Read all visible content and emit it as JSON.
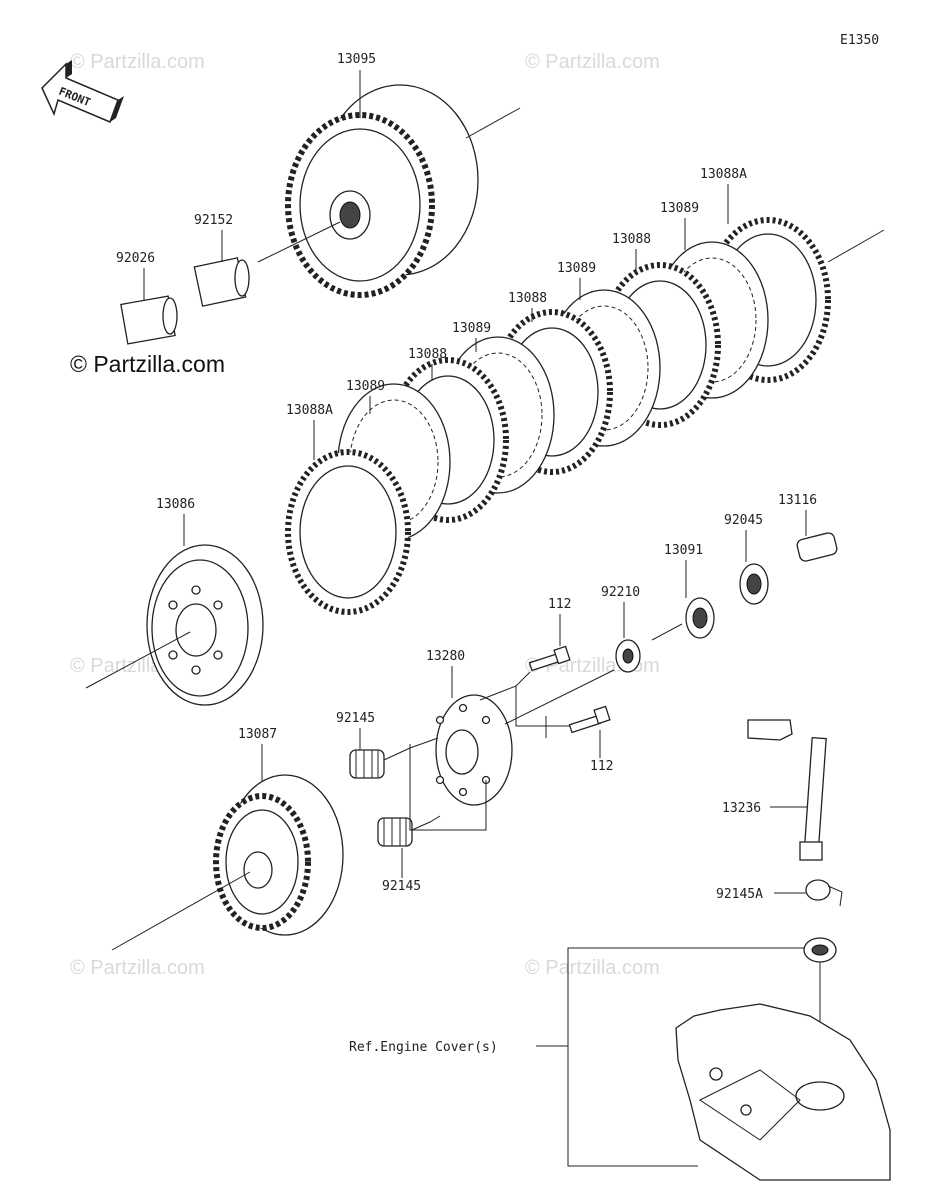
{
  "diagram_code": "E1350",
  "front_arrow_label": "FRONT",
  "watermark_main": "© Partzilla.com",
  "watermark_faint": "© Partzilla.com",
  "ref_note": "Ref.Engine Cover(s)",
  "parts": {
    "p13095": "13095",
    "p92152": "92152",
    "p92026": "92026",
    "p13088A_top": "13088A",
    "p13089_a": "13089",
    "p13088_a": "13088",
    "p13089_b": "13089",
    "p13088_b": "13088",
    "p13089_c": "13089",
    "p13088_c": "13088",
    "p13089_d": "13089",
    "p13088A_bottom": "13088A",
    "p13086": "13086",
    "p13087": "13087",
    "p13280": "13280",
    "p92145_a": "92145",
    "p92145_b": "92145",
    "p112_a": "112",
    "p112_b": "112",
    "p92210": "92210",
    "p13091": "13091",
    "p92045": "92045",
    "p13116": "13116",
    "p13236": "13236",
    "p92145A": "92145A"
  }
}
